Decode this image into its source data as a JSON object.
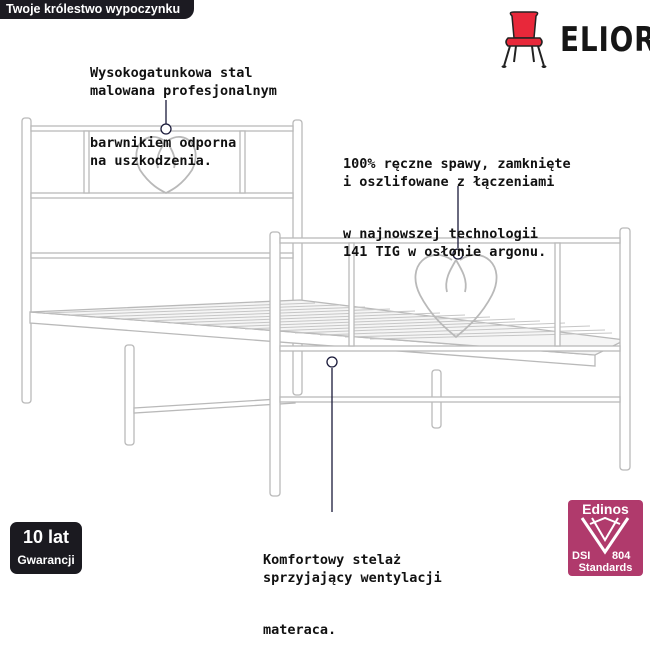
{
  "header": {
    "tab_label": "Twoje królestwo wypoczynku"
  },
  "brand": {
    "name": "ELIOR",
    "logo_icon": "red-chair-icon",
    "accent": "#e8283a"
  },
  "callouts": {
    "frame": [
      "Wysokogatunkowa stal",
      "malowana profesjonalnym",
      "barwnikiem odporna",
      "na uszkodzenia."
    ],
    "welding": [
      "100% ręczne spawy, zamknięte",
      "i oszlifowane z łączeniami",
      "w najnowszej technologii",
      "141 TIG w osłonie argonu."
    ],
    "slats": [
      "Komfortowy stelaż",
      "sprzyjający wentylacji",
      "materaca."
    ]
  },
  "warranty": {
    "line1": "10 lat",
    "line2": "Gwarancji"
  },
  "certificate": {
    "title": "Edinos",
    "left": "DSI",
    "code": "804",
    "bottom": "Standards",
    "color": "#b03a6c"
  }
}
